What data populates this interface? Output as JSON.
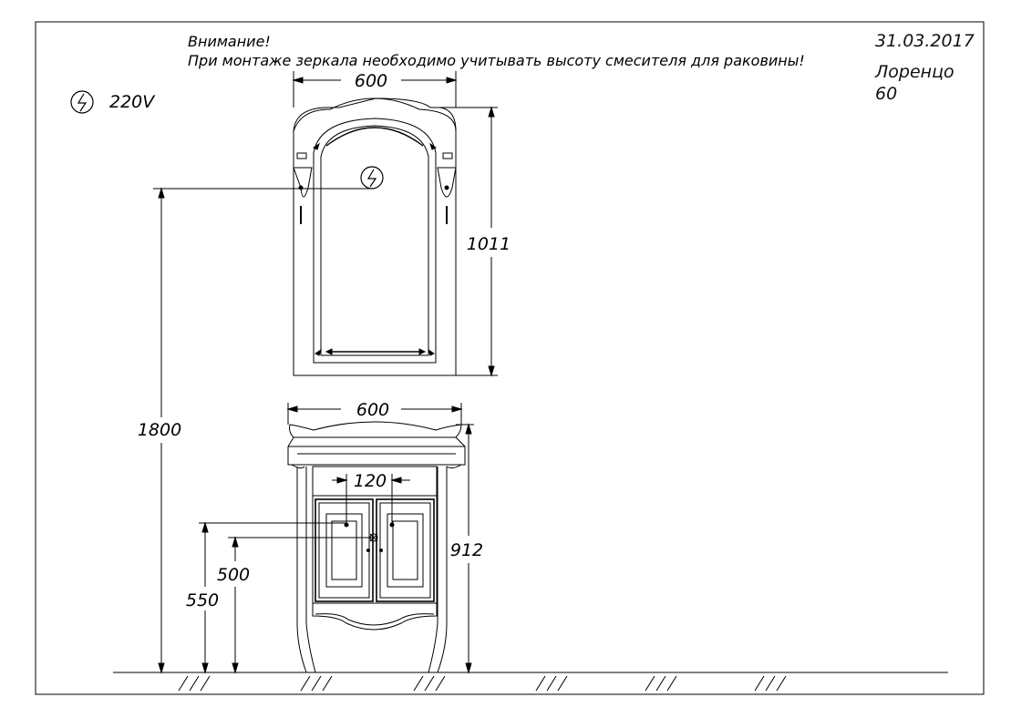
{
  "header": {
    "warning_title": "Внимание!",
    "warning_text": "При монтаже зеркала необходимо учитывать высоту смесителя для раковины!",
    "date": "31.03.2017",
    "model_line1": "Лоренцо",
    "model_line2": "60"
  },
  "power": {
    "label": "220V",
    "icon": "lightning-bolt-icon"
  },
  "dimensions": {
    "mirror_width": "600",
    "mirror_height": "1011",
    "outlet_height": "1800",
    "cabinet_width": "600",
    "cabinet_height": "912",
    "pipe_spacing": "120",
    "drain_height": "500",
    "supply_height": "550"
  }
}
